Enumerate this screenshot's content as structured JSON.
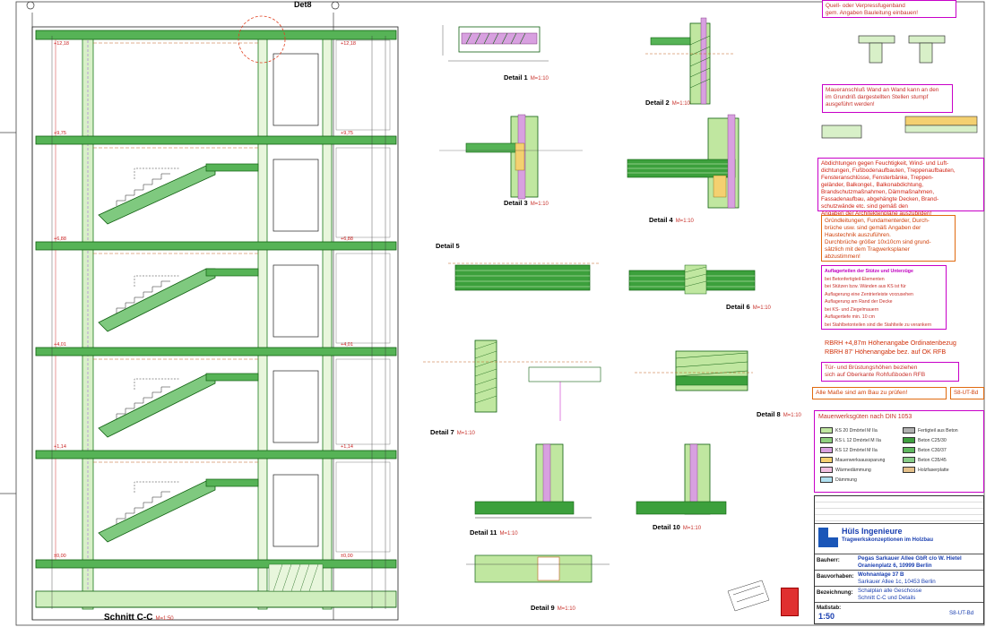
{
  "drawing": {
    "section_title": "Schnitt C-C",
    "section_scale": "M=1:50",
    "det8_label": "Det8"
  },
  "details": [
    {
      "label": "Detail 1",
      "scale": "M=1:10"
    },
    {
      "label": "Detail 2",
      "scale": "M=1:10"
    },
    {
      "label": "Detail 3",
      "scale": "M=1:10"
    },
    {
      "label": "Detail 4",
      "scale": "M=1:10"
    },
    {
      "label": "Detail 5",
      "scale": ""
    },
    {
      "label": "Detail 6",
      "scale": "M=1:10"
    },
    {
      "label": "Detail 7",
      "scale": "M=1:10"
    },
    {
      "label": "Detail 8",
      "scale": "M=1:10"
    },
    {
      "label": "Detail 9",
      "scale": "M=1:10"
    },
    {
      "label": "Detail 10",
      "scale": "M=1:10"
    },
    {
      "label": "Detail 11",
      "scale": "M=1:10"
    }
  ],
  "notes": {
    "top": [
      "Quell- oder Verpressfugenband",
      "gem. Angaben Bauleitung einbauen!"
    ],
    "mauer": [
      "Maueranschluß Wand an Wand kann an den",
      "im Grundriß dargestellten Stellen stumpf",
      "ausgeführt werden!"
    ],
    "abdichtung": [
      "Abdichtungen gegen Feuchtigkeit, Wind- und Luft-",
      "dichtungen, Fußbodenaufbauten, Treppenaufbauten,",
      "Fensteranschlüsse, Fensterbänke, Treppen-",
      "geländer, Balkongel., Balkonabdichtung,",
      "Brandschutzmaßnahmen, Dämmaßnahmen,",
      "Fassadenaufbau, abgehängte Decken, Brand-",
      "schutzwände etc. sind gemäß den",
      "Angaben der Architektenpläne auszubilden!"
    ],
    "gruendung": [
      "Gründleitungen, Fundamenterder, Durch-",
      "brüche usw. sind gemäß Angaben der",
      "Haustechnik auszuführen.",
      "Durchbrüche größer 10x10cm sind grund-",
      "sätzlich mit dem Tragwerksplaner",
      "abzustimmen!"
    ],
    "auflager": [
      "Auflagerteilen der Stütze und Unterzüge",
      "bei Betonfertigteil-Elementen",
      "bei Stützen bzw. Wänden aus KS ist für ",
      "Auflagerung eine Zentrierleiste vorzusehen",
      "Auflagerung am Rand der Decke",
      "bei KS- und Ziegelmauern",
      "Auflagertiefe min. 10 cm",
      "bei Stahlbetonteilen sind die Stahlteile zu verankern"
    ],
    "hoehen": [
      "RBRH +4,87m Höhenangabe Ordinatenbezug",
      "RBRH 87' Höhenangabe bez. auf OK RFB"
    ],
    "tuer": [
      "Tür- und Brüstungshöhen beziehen",
      "sich auf Oberkante Rohfußboden RFB"
    ],
    "mass": "Alle Maße sind am Bau zu prüfen!",
    "mass_code": "S8-UT-Bd"
  },
  "legend": {
    "title": "Mauerwerksgüten nach DIN 1053",
    "items": [
      {
        "label": "KS 20 Dmörtel M IIa",
        "color": "#c0e7a0"
      },
      {
        "label": "KS L 12 Dmörtel M IIa",
        "color": "#8fd080"
      },
      {
        "label": "KS 12 Dmörtel M IIa",
        "color": "#d8a0e0"
      },
      {
        "label": "Mauerwerksaussparung",
        "color": "#f4d070"
      },
      {
        "label": "Wärmedämmung",
        "color": "#f0c0e0"
      },
      {
        "label": "Dämmung",
        "color": "#b0e0f0"
      },
      {
        "label": "Fertigteil aus Beton",
        "color": "#b0b0b0"
      },
      {
        "label": "Beton C25/30",
        "color": "#40a040"
      },
      {
        "label": "Beton C30/37",
        "color": "#60b860"
      },
      {
        "label": "Beton C35/45",
        "color": "#88cc88"
      },
      {
        "label": "Holzfaserplatte",
        "color": "#e4c08a"
      }
    ]
  },
  "title_block": {
    "company": "Hüls Ingenieure",
    "company_sub": "Tragwerkskonzeptionen im Holzbau",
    "bauherr_key": "Bauherr:",
    "bauherr_val": "Pegas Sarkauer Allee GbR c/o W. Hietel",
    "bauherr_addr": "Oranienplatz 6, 10999 Berlin",
    "vorhaben_key": "Bauvorhaben:",
    "vorhaben_val": "Wohnanlage 37 B",
    "vorhaben_addr": "Sarkauer Allee 1c, 10453 Berlin",
    "bez_key": "Bezeichnung:",
    "bez_val": "Schalplan alle Geschosse",
    "bez_val2": "Schnitt C-C und Details",
    "massstab_key": "Maßstab:",
    "massstab_val": "1:50",
    "plan_no": "S8-UT-Bd"
  }
}
